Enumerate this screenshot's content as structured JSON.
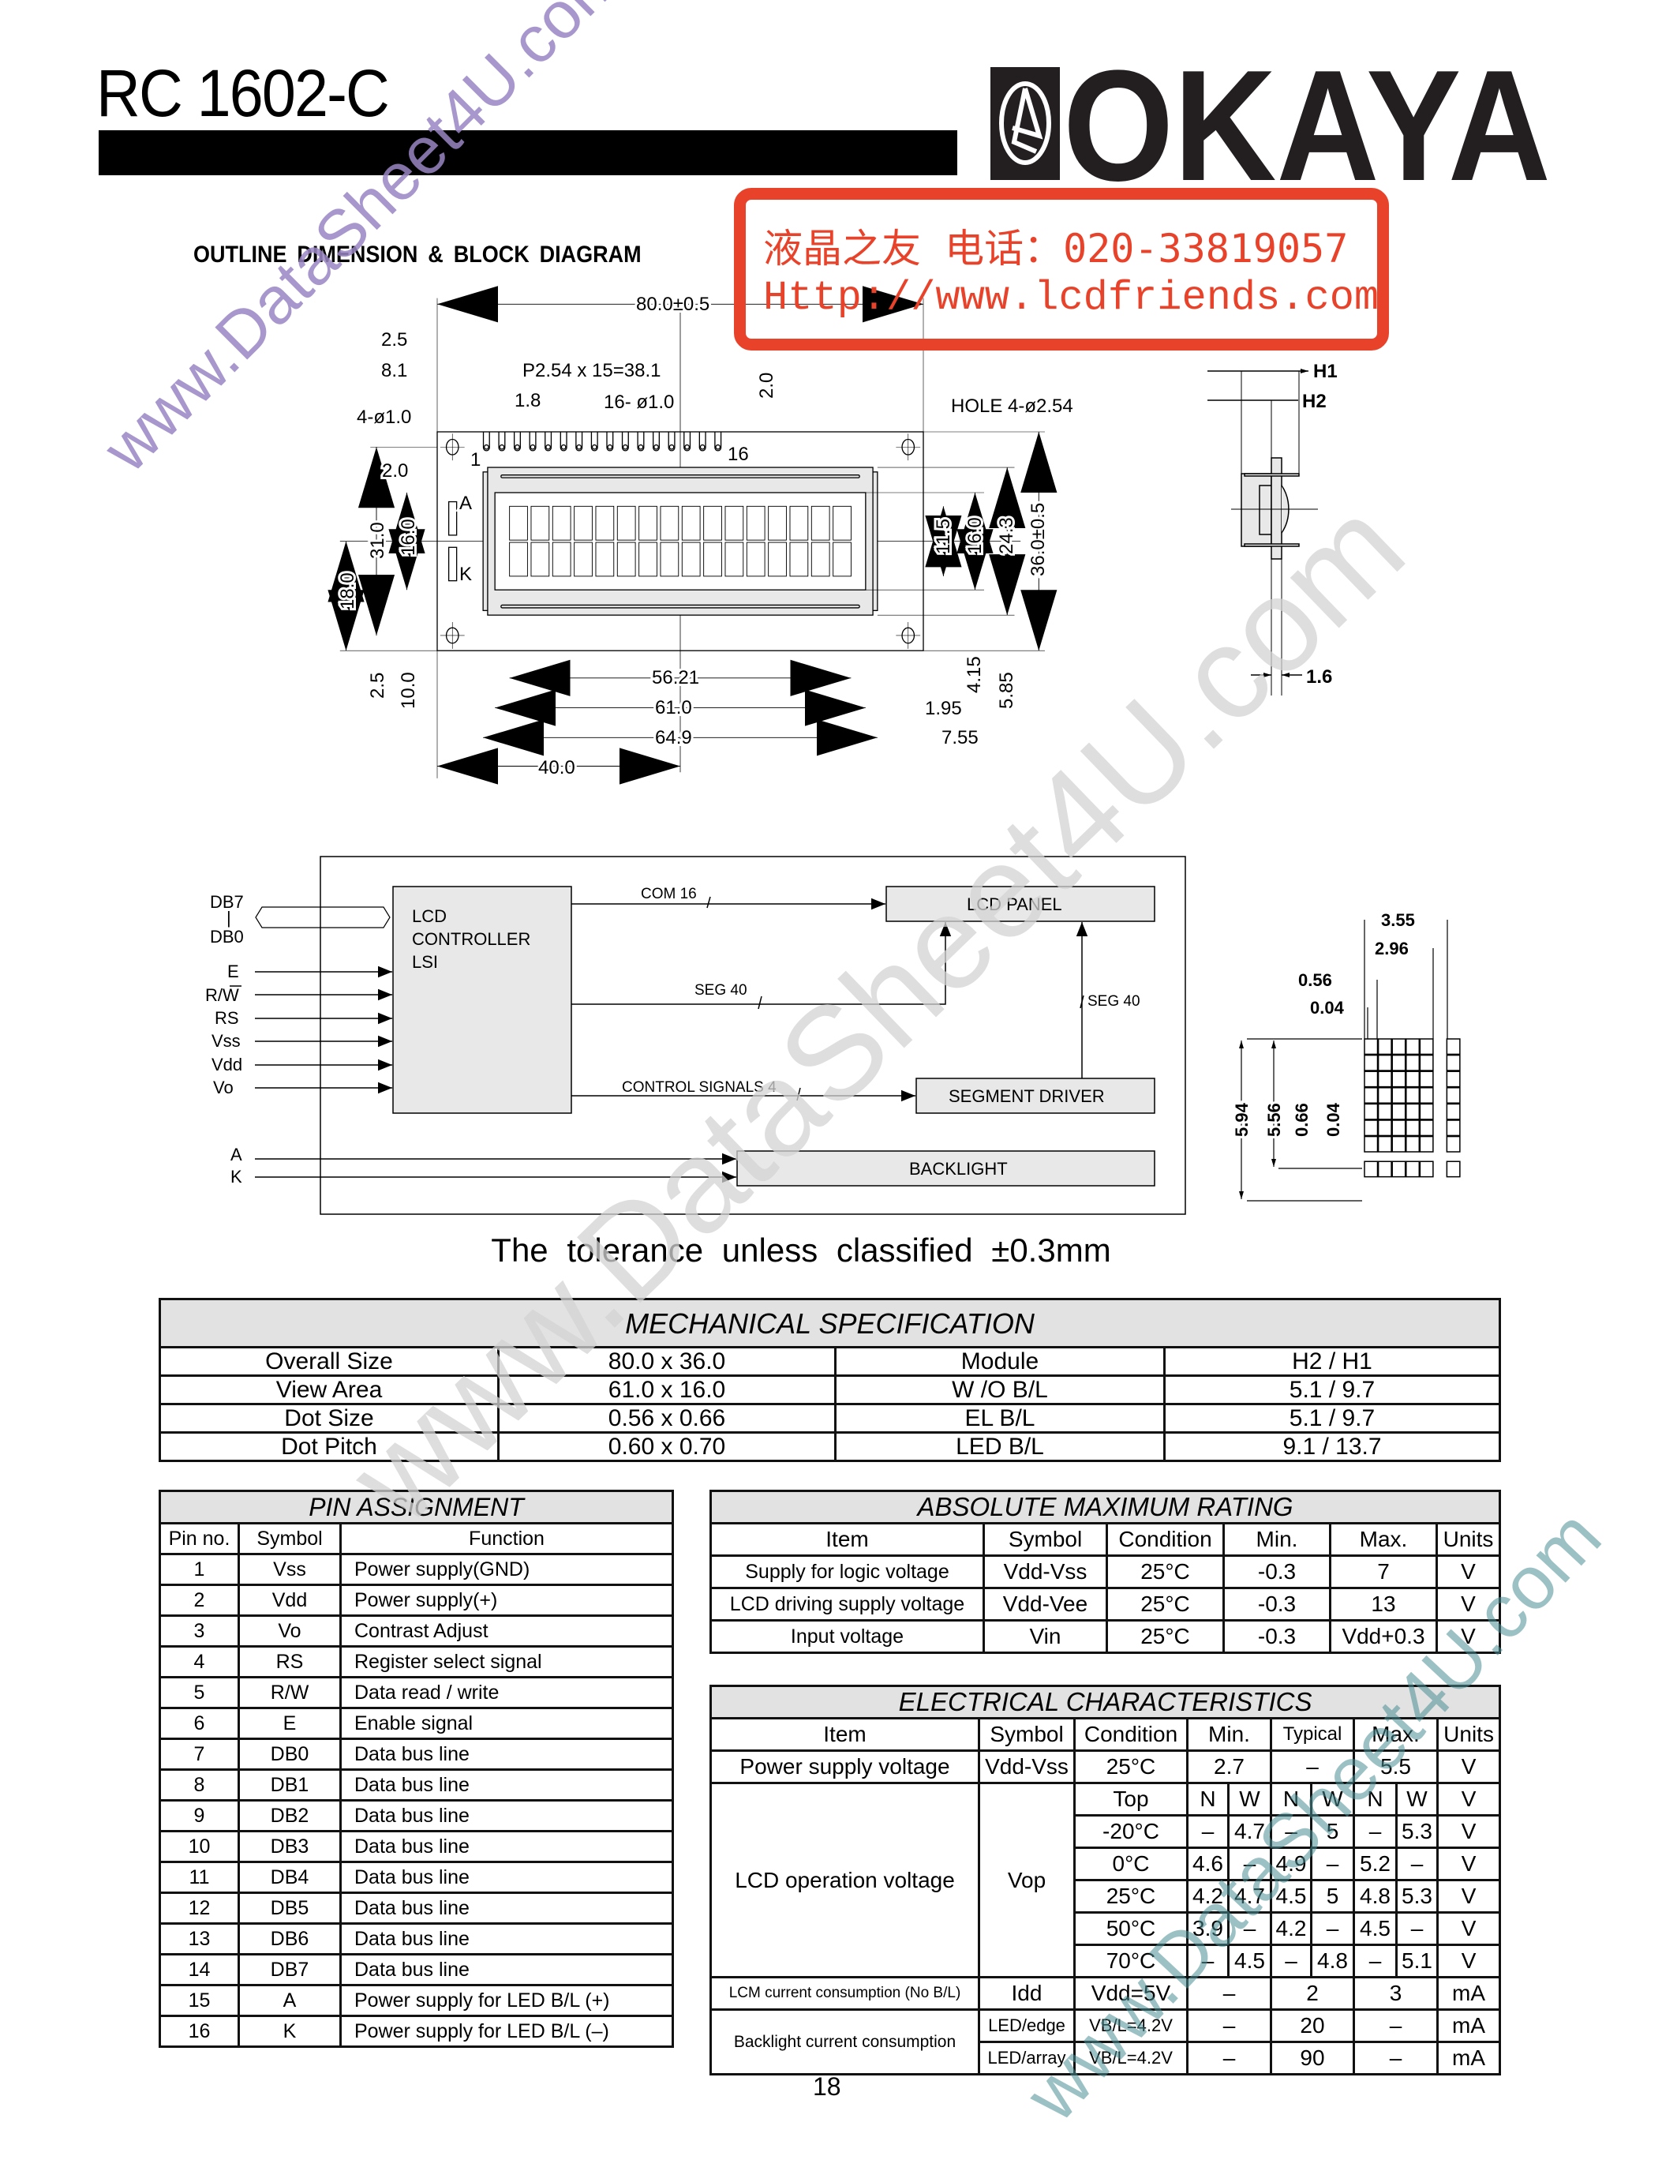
{
  "header": {
    "title": "RC 1602-C",
    "logo_text": "OKAYA"
  },
  "stamp": {
    "line1": "液晶之友 电话：020-33819057",
    "line2": "Http://www.lcdfriends.com",
    "color": "#e8432a"
  },
  "watermark": "www.DataSheet4U.com",
  "outline": {
    "title": "OUTLINE  DIMENSION &  BLOCK DIAGRAM",
    "dims": {
      "overall_w": "80.0±0.5",
      "hole_off_x": "2.5",
      "pin1_x": "8.1",
      "pin_pitch": "P2.54 x 15=38.1",
      "pin_off": "1.8",
      "pin_holes": "16- ø1.0",
      "pin_y": "2.0",
      "mount_holes": "HOLE 4-ø2.54",
      "led_holes": "4-ø1.0",
      "pin_first": "1",
      "pin_last": "16",
      "led_off": "2.0",
      "led_a": "A",
      "led_k": "K",
      "hole_span_v": "31.0",
      "view_h_left": "16.0",
      "center_v": "18.0",
      "char_h": "11.5",
      "view_h": "16.0",
      "frame_h": "24.3",
      "overall_h": "36.0±0.5",
      "hole_off_y": "2.5",
      "view_bottom": "10.0",
      "char_w": "56.21",
      "view_w": "61.0",
      "frame_w": "64.9",
      "center_h": "40.0",
      "view_off_b": "4.15",
      "frame_off_b": "5.85",
      "view_off_r": "1.95",
      "frame_off_r": "7.55"
    },
    "side": {
      "h1": "H1",
      "h2": "H2",
      "pcb": "1.6"
    },
    "dot": {
      "char_pitch": "3.55",
      "char_w": "2.96",
      "dot_w": "0.56",
      "dot_gap_x": "0.04",
      "char_pitch_h": "5.94",
      "char_h": "5.56",
      "dot_h": "0.66",
      "dot_gap_y": "0.04"
    }
  },
  "block": {
    "inputs": [
      "DB7",
      "|",
      "DB0",
      "E",
      "R/W",
      "RS",
      "Vss",
      "Vdd",
      "Vo",
      "A",
      "K"
    ],
    "controller": [
      "LCD",
      "CONTROLLER",
      "LSI"
    ],
    "lcd_panel": "LCD PANEL",
    "segment_driver": "SEGMENT  DRIVER",
    "backlight": "BACKLIGHT",
    "com": "COM 16",
    "seg": "SEG 40",
    "seg2": "SEG 40",
    "control": "CONTROL SIGNALS 4"
  },
  "tolerance": "The  tolerance  unless  classified ±0.3mm",
  "mechanical": {
    "title": "MECHANICAL  SPECIFICATION",
    "rows": [
      [
        "Overall Size",
        "80.0 x 36.0",
        "Module",
        "H2 / H1"
      ],
      [
        "View Area",
        "61.0 x 16.0",
        "W /O  B/L",
        "5.1 / 9.7"
      ],
      [
        "Dot Size",
        "0.56 x 0.66",
        "EL B/L",
        "5.1 / 9.7"
      ],
      [
        "Dot Pitch",
        "0.60 x 0.70",
        "LED B/L",
        "9.1 / 13.7"
      ]
    ]
  },
  "pins": {
    "title": "PIN  ASSIGNMENT",
    "headers": [
      "Pin no.",
      "Symbol",
      "Function"
    ],
    "rows": [
      [
        "1",
        "Vss",
        "Power supply(GND)"
      ],
      [
        "2",
        "Vdd",
        "Power supply(+)"
      ],
      [
        "3",
        "Vo",
        "Contrast Adjust"
      ],
      [
        "4",
        "RS",
        "Register select signal"
      ],
      [
        "5",
        "R/W",
        "Data read / write"
      ],
      [
        "6",
        "E",
        "Enable signal"
      ],
      [
        "7",
        "DB0",
        "Data bus line"
      ],
      [
        "8",
        "DB1",
        "Data bus line"
      ],
      [
        "9",
        "DB2",
        "Data bus line"
      ],
      [
        "10",
        "DB3",
        "Data bus line"
      ],
      [
        "11",
        "DB4",
        "Data bus line"
      ],
      [
        "12",
        "DB5",
        "Data bus line"
      ],
      [
        "13",
        "DB6",
        "Data bus line"
      ],
      [
        "14",
        "DB7",
        "Data bus line"
      ],
      [
        "15",
        "A",
        "Power supply for LED B/L (+)"
      ],
      [
        "16",
        "K",
        "Power supply for LED B/L (–)"
      ]
    ]
  },
  "absolute_max": {
    "title": "ABSOLUTE MAXIMUM RATING",
    "headers": [
      "Item",
      "Symbol",
      "Condition",
      "Min.",
      "Max.",
      "Units"
    ],
    "rows": [
      [
        "Supply for logic voltage",
        "Vdd-Vss",
        "25°C",
        "-0.3",
        "7",
        "V"
      ],
      [
        "LCD driving supply voltage",
        "Vdd-Vee",
        "25°C",
        "-0.3",
        "13",
        "V"
      ],
      [
        "Input voltage",
        "Vin",
        "25°C",
        "-0.3",
        "Vdd+0.3",
        "V"
      ]
    ]
  },
  "electrical": {
    "title": "ELECTRICAL CHARACTERISTICS",
    "headers": [
      "Item",
      "Symbol",
      "Condition",
      "Min.",
      "Typical",
      "Max.",
      "Units"
    ],
    "power": [
      "Power supply voltage",
      "Vdd-Vss",
      "25°C",
      "2.7",
      "–",
      "5.5",
      "V"
    ],
    "lcd_item": "LCD operation voltage",
    "lcd_symbol": "Vop",
    "lcd_rows": [
      [
        "Top",
        "N",
        "W",
        "N",
        "W",
        "N",
        "W",
        "V"
      ],
      [
        "-20°C",
        "–",
        "4.7",
        "–",
        "5",
        "–",
        "5.3",
        "V"
      ],
      [
        "0°C",
        "4.6",
        "–",
        "4.9",
        "–",
        "5.2",
        "–",
        "V"
      ],
      [
        "25°C",
        "4.2",
        "4.7",
        "4.5",
        "5",
        "4.8",
        "5.3",
        "V"
      ],
      [
        "50°C",
        "3.9",
        "–",
        "4.2",
        "–",
        "4.5",
        "–",
        "V"
      ],
      [
        "70°C",
        "–",
        "4.5",
        "–",
        "4.8",
        "–",
        "5.1",
        "V"
      ]
    ],
    "lcm": [
      "LCM current consumption (No B/L)",
      "Idd",
      "Vdd=5V",
      "–",
      "2",
      "3",
      "mA"
    ],
    "backlight_item": "Backlight current consumption",
    "backlight_rows": [
      [
        "LED/edge",
        "VB/L=4.2V",
        "–",
        "20",
        "–",
        "mA"
      ],
      [
        "LED/array",
        "VB/L=4.2V",
        "–",
        "90",
        "–",
        "mA"
      ]
    ]
  },
  "page_number": "18"
}
